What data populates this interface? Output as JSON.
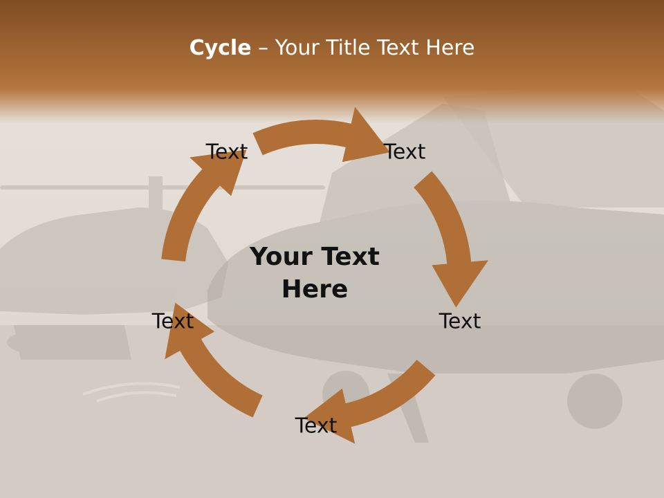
{
  "slide": {
    "title_bold": "Cycle",
    "title_rest": " – Your Title Text Here",
    "center_text": "Your Text Here",
    "nodes": [
      {
        "label": "Text"
      },
      {
        "label": "Text"
      },
      {
        "label": "Text"
      },
      {
        "label": "Text"
      },
      {
        "label": "Text"
      }
    ]
  },
  "colors": {
    "header_top": "#7f4d24",
    "header_bottom": "#b5753d",
    "arrow": "#b06f37",
    "background_haze": "#e8e0d8"
  },
  "background": {
    "image_subject": "military helicopters on tarmac (faded photo)"
  }
}
